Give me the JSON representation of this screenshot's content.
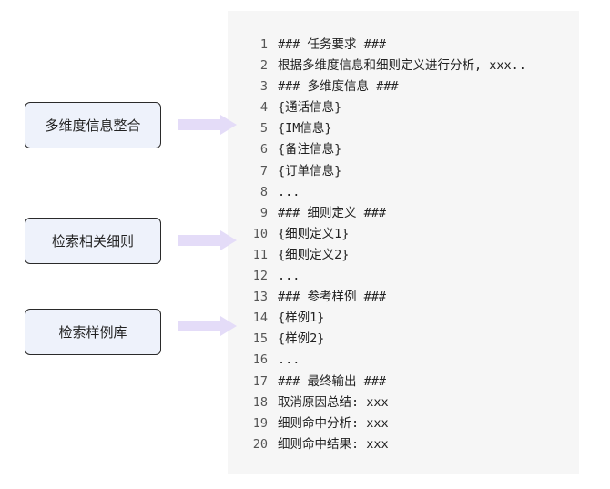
{
  "boxes": [
    {
      "label": "多维度信息整合"
    },
    {
      "label": "检索相关细则"
    },
    {
      "label": "检索样例库"
    }
  ],
  "code": {
    "lines": [
      {
        "num": "1",
        "text": "### 任务要求 ###"
      },
      {
        "num": "2",
        "text": "根据多维度信息和细则定义进行分析, xxx.."
      },
      {
        "num": "3",
        "text": "### 多维度信息 ###"
      },
      {
        "num": "4",
        "text": "{通话信息}"
      },
      {
        "num": "5",
        "text": "{IM信息}"
      },
      {
        "num": "6",
        "text": "{备注信息}"
      },
      {
        "num": "7",
        "text": "{订单信息}"
      },
      {
        "num": "8",
        "text": "..."
      },
      {
        "num": "9",
        "text": "### 细则定义 ###"
      },
      {
        "num": "10",
        "text": "{细则定义1}"
      },
      {
        "num": "11",
        "text": "{细则定义2}"
      },
      {
        "num": "12",
        "text": "..."
      },
      {
        "num": "13",
        "text": "### 参考样例 ###"
      },
      {
        "num": "14",
        "text": "{样例1}"
      },
      {
        "num": "15",
        "text": "{样例2}"
      },
      {
        "num": "16",
        "text": "..."
      },
      {
        "num": "17",
        "text": "### 最终输出 ###"
      },
      {
        "num": "18",
        "text": "取消原因总结: xxx"
      },
      {
        "num": "19",
        "text": "细则命中分析: xxx"
      },
      {
        "num": "20",
        "text": "细则命中结果: xxx"
      }
    ]
  },
  "colors": {
    "panel_bg": "#f6f6f6",
    "box_fill": "#eef2fb",
    "box_border": "#2a2a2a",
    "arrow": "#e4dcf8"
  }
}
